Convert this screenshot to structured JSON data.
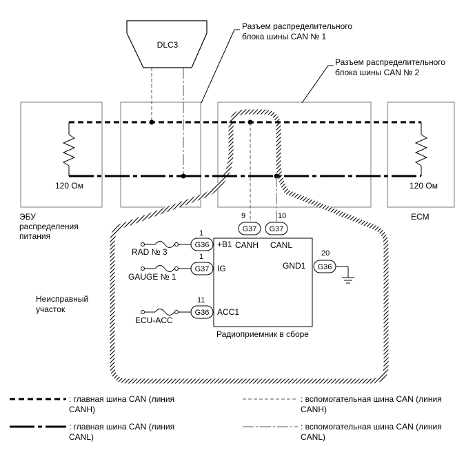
{
  "dlc3": "DLC3",
  "junction1": [
    "Разъем распределительного",
    "блока шины CAN № 1"
  ],
  "junction2": [
    "Разъем распределительного",
    "блока шины CAN № 2"
  ],
  "ecu_left": {
    "resistor": "120 Ом",
    "label": [
      "ЭБУ",
      "распределения",
      "питания"
    ]
  },
  "ecm": {
    "resistor": "120 Ом",
    "label": "ECM"
  },
  "faulty_area": [
    "Неисправный",
    "участок"
  ],
  "radio": {
    "name": "Радиоприемник в сборе",
    "pins": {
      "canh": {
        "num": "9",
        "connector": "G37",
        "name": "CANH"
      },
      "canl": {
        "num": "10",
        "connector": "G37",
        "name": "CANL"
      },
      "b1": {
        "num": "1",
        "connector": "G36",
        "name": "+B1",
        "fuse": "RAD № 3"
      },
      "ig": {
        "num": "1",
        "connector": "G37",
        "name": "IG",
        "fuse": "GAUGE № 1"
      },
      "acc": {
        "num": "11",
        "connector": "G36",
        "name": "ACC1",
        "fuse": "ECU-ACC"
      },
      "gnd": {
        "num": "20",
        "connector": "G36",
        "name": "GND1"
      }
    }
  },
  "legend": {
    "main_canh": [
      ": главная шина CAN (линия",
      "CANH)"
    ],
    "main_canl": [
      ": главная шина CAN (линия",
      "CANL)"
    ],
    "sub_canh": [
      ": вспомогательная шина CAN (линия",
      "CANH)"
    ],
    "sub_canl": [
      ": вспомогательная шина CAN (линия",
      "CANL)"
    ]
  }
}
